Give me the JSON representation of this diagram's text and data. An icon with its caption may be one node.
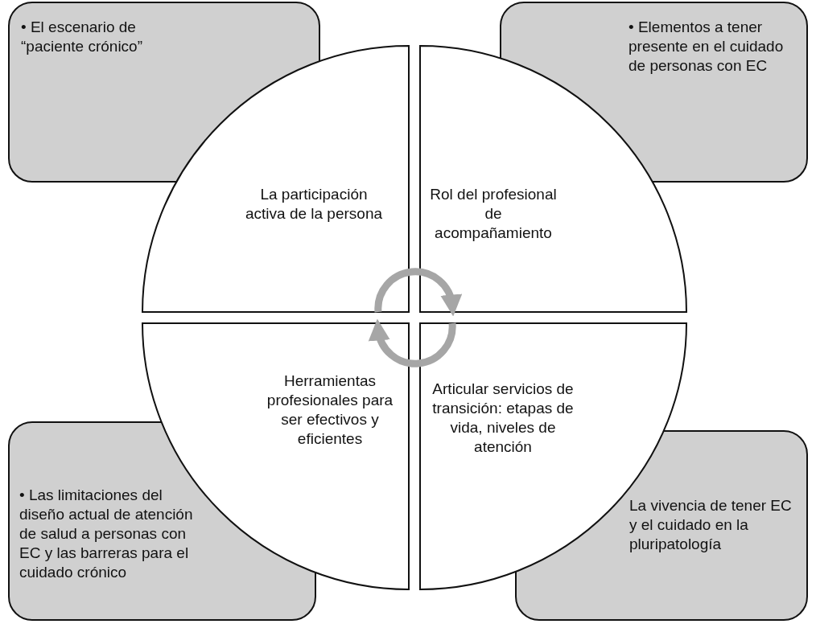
{
  "diagram": {
    "nodes": [
      {
        "text": [
          "• El escenario de “paciente crónico”"
        ]
      },
      {
        "text": [
          "• Elementos a tener presente en el cuidado de personas con EC"
        ]
      },
      {
        "text": [
          "• Las limitaciones del diseño actual de atención de salud a personas con EC y las barreras para el cuidado crónico"
        ]
      },
      {
        "text": [
          "La vivencia de tener EC y el cuidado en la pluripatología"
        ]
      },
      {
        "text": [
          "La participación activa de la persona"
        ]
      },
      {
        "text": [
          "Rol del profesional de acompañamiento"
        ]
      },
      {
        "text": [
          "Herramientas profesionales para ser efectivos y eficientes"
        ]
      },
      {
        "text": [
          "Articular servicios de transición: etapas de vida, niveles de atención"
        ]
      }
    ],
    "edges": [
      {
        "from": 4,
        "to": 5,
        "arrow": "to"
      },
      {
        "from": 7,
        "to": 6,
        "arrow": "to"
      }
    ]
  }
}
